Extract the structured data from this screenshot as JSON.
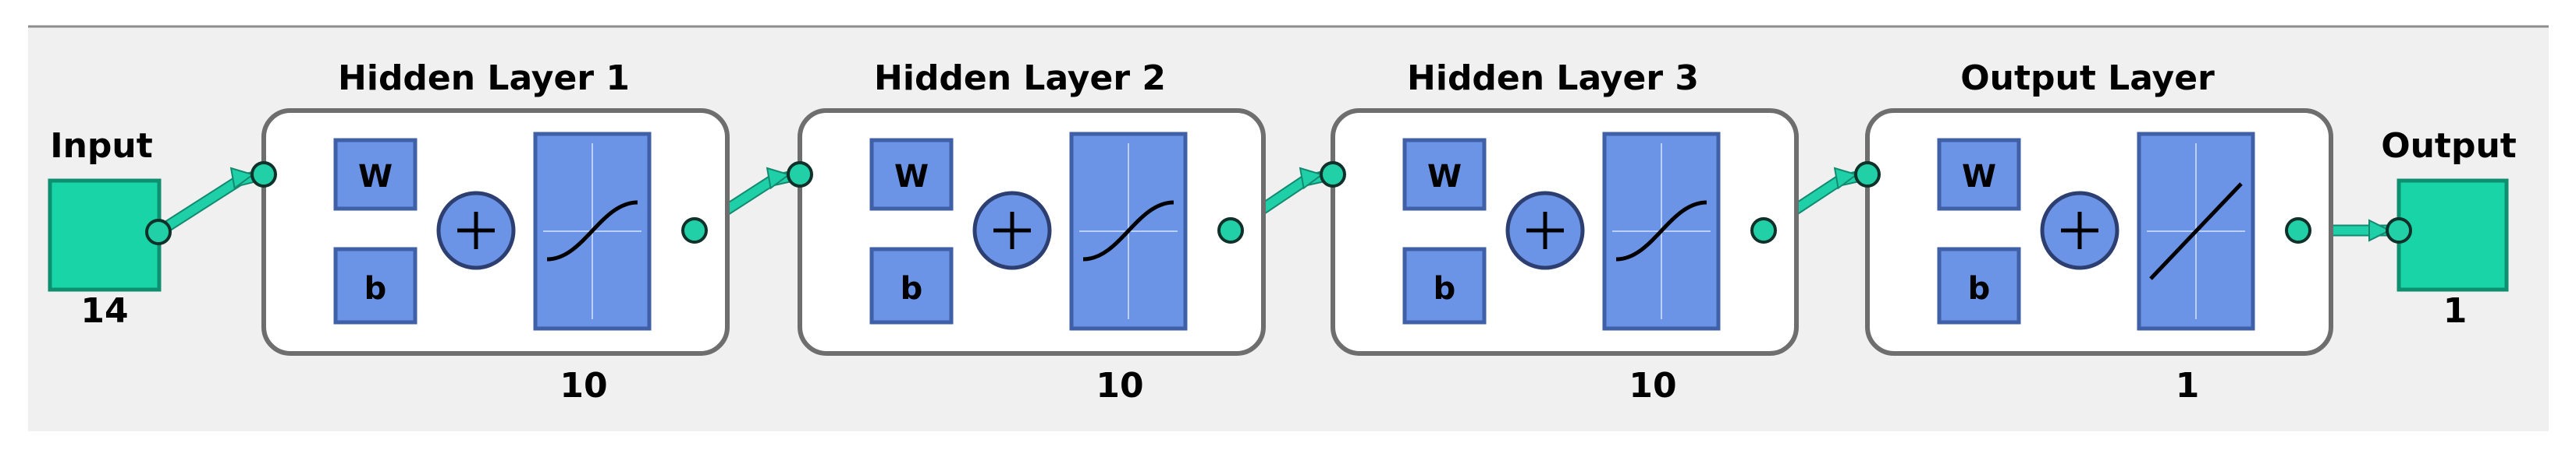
{
  "input": {
    "label": "Input",
    "size": "14"
  },
  "output": {
    "label": "Output",
    "size": "1"
  },
  "layers": [
    {
      "title": "Hidden Layer 1",
      "weight_label": "W",
      "bias_label": "b",
      "size": "10",
      "transfer": "tansig"
    },
    {
      "title": "Hidden Layer 2",
      "weight_label": "W",
      "bias_label": "b",
      "size": "10",
      "transfer": "tansig"
    },
    {
      "title": "Hidden Layer 3",
      "weight_label": "W",
      "bias_label": "b",
      "size": "10",
      "transfer": "tansig"
    },
    {
      "title": "Output Layer",
      "weight_label": "W",
      "bias_label": "b",
      "size": "1",
      "transfer": "purelin"
    }
  ],
  "colors": {
    "panel": "#f0f0f0",
    "block": "#6b93e6",
    "connection": "#1fcfa8",
    "io_square": "#18d4a6"
  },
  "icons": {
    "sum": "plus-circle-icon",
    "tansig": "sigmoid-curve-icon",
    "purelin": "linear-line-icon"
  }
}
